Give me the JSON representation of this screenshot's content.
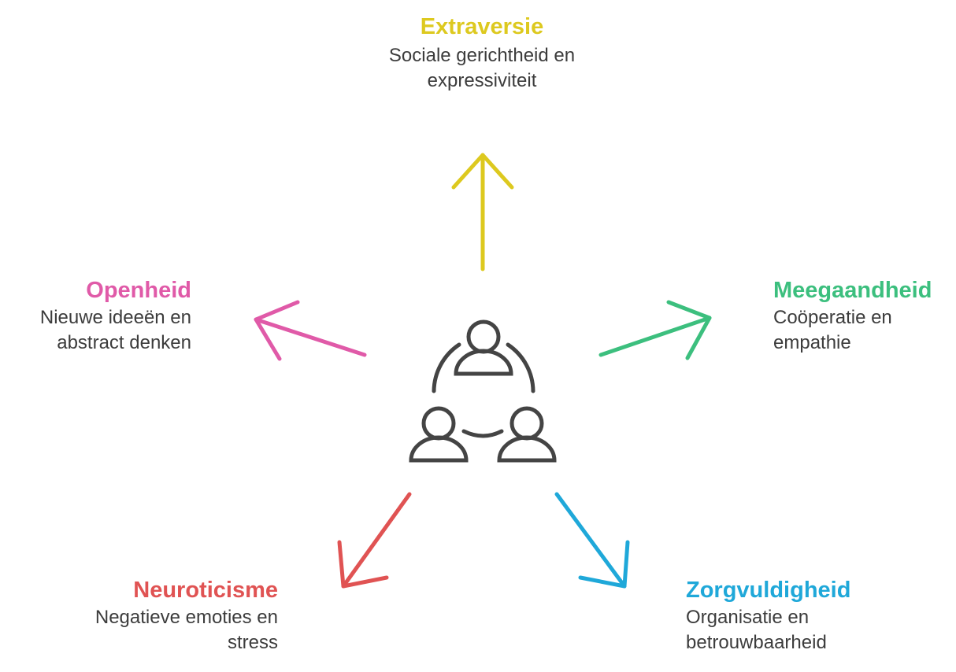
{
  "traits": {
    "extraversie": {
      "title": "Extraversie",
      "desc": "Sociale gerichtheid en expressiviteit",
      "color": "#ddc91f"
    },
    "meegaandheid": {
      "title": "Meegaandheid",
      "desc": "Coöperatie en empathie",
      "color": "#3cbf7e"
    },
    "zorgvuldigheid": {
      "title": "Zorgvuldigheid",
      "desc": "Organisatie en betrouwbaarheid",
      "color": "#1fa8d9"
    },
    "neuroticisme": {
      "title": "Neuroticisme",
      "desc": "Negatieve emoties en stress",
      "color": "#e05353"
    },
    "openheid": {
      "title": "Openheid",
      "desc": "Nieuwe ideeën en abstract denken",
      "color": "#e05aa8"
    }
  },
  "center": {
    "icon": "group-people-icon",
    "color": "#444444"
  }
}
